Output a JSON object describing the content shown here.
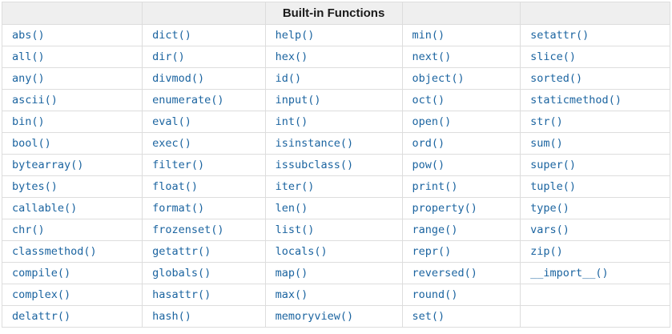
{
  "colors": {
    "link": "#1B64A0",
    "border": "#DDDDDD",
    "header-bg": "#EFEFEF",
    "header-text": "#1A1A1A",
    "page-bg": "#FFFFFF"
  },
  "table": {
    "header": {
      "title": "Built-in Functions"
    },
    "rows": [
      [
        "abs()",
        "dict()",
        "help()",
        "min()",
        "setattr()"
      ],
      [
        "all()",
        "dir()",
        "hex()",
        "next()",
        "slice()"
      ],
      [
        "any()",
        "divmod()",
        "id()",
        "object()",
        "sorted()"
      ],
      [
        "ascii()",
        "enumerate()",
        "input()",
        "oct()",
        "staticmethod()"
      ],
      [
        "bin()",
        "eval()",
        "int()",
        "open()",
        "str()"
      ],
      [
        "bool()",
        "exec()",
        "isinstance()",
        "ord()",
        "sum()"
      ],
      [
        "bytearray()",
        "filter()",
        "issubclass()",
        "pow()",
        "super()"
      ],
      [
        "bytes()",
        "float()",
        "iter()",
        "print()",
        "tuple()"
      ],
      [
        "callable()",
        "format()",
        "len()",
        "property()",
        "type()"
      ],
      [
        "chr()",
        "frozenset()",
        "list()",
        "range()",
        "vars()"
      ],
      [
        "classmethod()",
        "getattr()",
        "locals()",
        "repr()",
        "zip()"
      ],
      [
        "compile()",
        "globals()",
        "map()",
        "reversed()",
        "__import__()"
      ],
      [
        "complex()",
        "hasattr()",
        "max()",
        "round()",
        ""
      ],
      [
        "delattr()",
        "hash()",
        "memoryview()",
        "set()",
        ""
      ]
    ]
  }
}
